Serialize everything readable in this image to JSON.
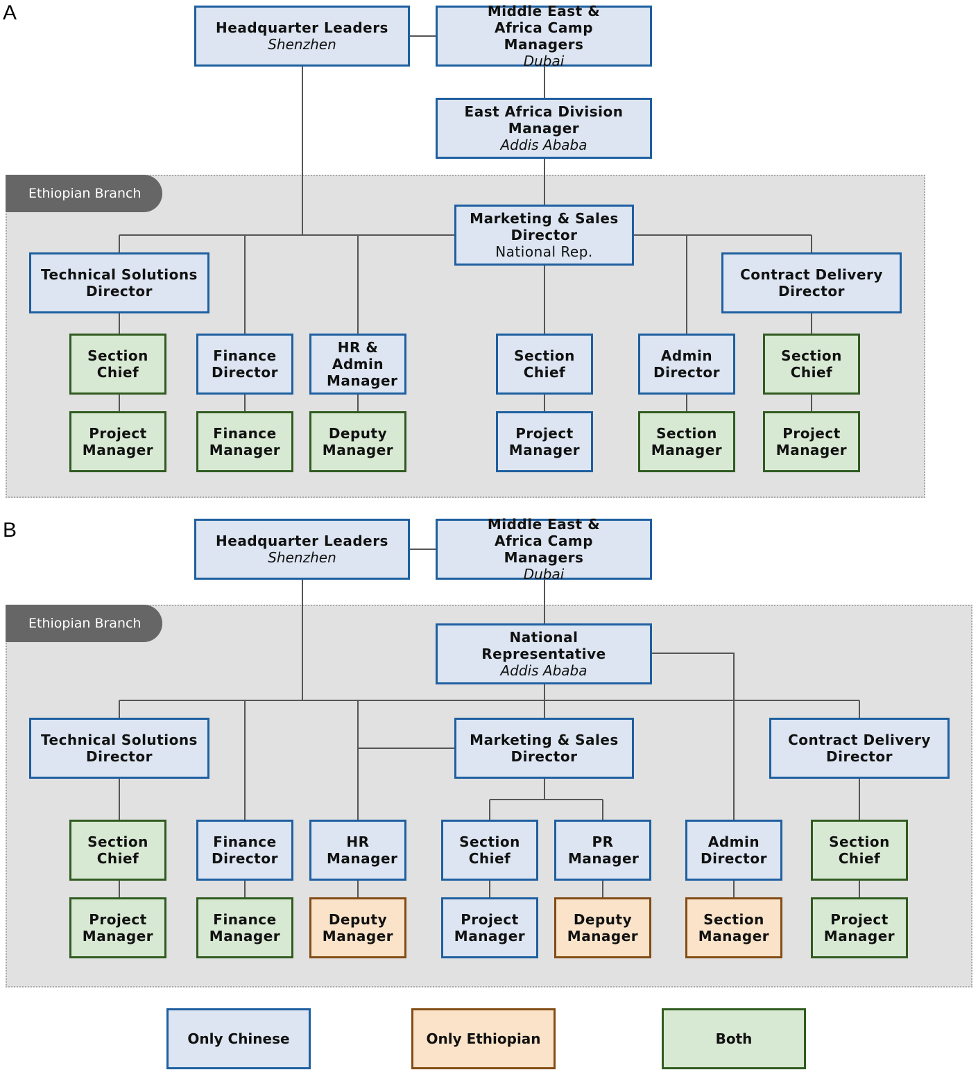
{
  "colors": {
    "only_chinese_fill": "#dce5f1",
    "only_chinese_border": "#1e5fa0",
    "only_ethiopian_fill": "#fbe3c9",
    "only_ethiopian_border": "#834c14",
    "both_fill": "#d8e9d3",
    "both_border": "#305b20",
    "branch_background": "#e1e1e1",
    "branch_tab": "#666666",
    "connector": "#555555"
  },
  "panel_a": {
    "label": "A",
    "branch_label": "Ethiopian Branch",
    "nodes": {
      "hq": {
        "title": "Headquarter Leaders",
        "subtitle": "Shenzhen",
        "category": "only_chinese"
      },
      "mea": {
        "title": "Middle East & Africa Camp Managers",
        "subtitle": "Dubai",
        "category": "only_chinese"
      },
      "eadm": {
        "title": "East Africa Division Manager",
        "subtitle": "Addis Ababa",
        "category": "only_chinese"
      },
      "msd": {
        "title": "Marketing & Sales Director",
        "subtitle": "National Rep.",
        "category": "only_chinese"
      },
      "tsd": {
        "title": "Technical Solutions Director",
        "category": "only_chinese"
      },
      "cdd": {
        "title": "Contract Delivery Director",
        "category": "only_chinese"
      },
      "sc1": {
        "title": "Section Chief",
        "category": "both"
      },
      "pm1": {
        "title": "Project Manager",
        "category": "both"
      },
      "fd": {
        "title": "Finance Director",
        "category": "only_chinese"
      },
      "fm": {
        "title": "Finance Manager",
        "category": "both"
      },
      "hram": {
        "title": "HR & Admin Manager",
        "category": "only_chinese"
      },
      "dm": {
        "title": "Deputy Manager",
        "category": "both"
      },
      "sc2": {
        "title": "Section Chief",
        "category": "only_chinese"
      },
      "pm2": {
        "title": "Project Manager",
        "category": "only_chinese"
      },
      "ad": {
        "title": "Admin Director",
        "category": "only_chinese"
      },
      "sm": {
        "title": "Section Manager",
        "category": "both"
      },
      "sc3": {
        "title": "Section Chief",
        "category": "both"
      },
      "pm3": {
        "title": "Project Manager",
        "category": "both"
      }
    }
  },
  "panel_b": {
    "label": "B",
    "branch_label": "Ethiopian Branch",
    "nodes": {
      "hq": {
        "title": "Headquarter Leaders",
        "subtitle": "Shenzhen",
        "category": "only_chinese"
      },
      "mea": {
        "title": "Middle East & Africa Camp Managers",
        "subtitle": "Dubai",
        "category": "only_chinese"
      },
      "nr": {
        "title": "National Representative",
        "subtitle": "Addis Ababa",
        "category": "only_chinese"
      },
      "tsd": {
        "title": "Technical Solutions Director",
        "category": "only_chinese"
      },
      "msd": {
        "title": "Marketing & Sales Director",
        "category": "only_chinese"
      },
      "cdd": {
        "title": "Contract Delivery Director",
        "category": "only_chinese"
      },
      "sc1": {
        "title": "Section Chief",
        "category": "both"
      },
      "pm1": {
        "title": "Project Manager",
        "category": "both"
      },
      "fd": {
        "title": "Finance Director",
        "category": "only_chinese"
      },
      "fm": {
        "title": "Finance Manager",
        "category": "both"
      },
      "hr": {
        "title": "HR Manager",
        "category": "only_chinese"
      },
      "dm1": {
        "title": "Deputy Manager",
        "category": "only_ethiopian"
      },
      "sc2": {
        "title": "Section Chief",
        "category": "only_chinese"
      },
      "pm2": {
        "title": "Project Manager",
        "category": "only_chinese"
      },
      "pr": {
        "title": "PR Manager",
        "category": "only_chinese"
      },
      "dm2": {
        "title": "Deputy Manager",
        "category": "only_ethiopian"
      },
      "ad": {
        "title": "Admin Director",
        "category": "only_chinese"
      },
      "sm": {
        "title": "Section Manager",
        "category": "only_ethiopian"
      },
      "sc3": {
        "title": "Section Chief",
        "category": "both"
      },
      "pm3": {
        "title": "Project Manager",
        "category": "both"
      }
    }
  },
  "legend": {
    "only_chinese": "Only Chinese",
    "only_ethiopian": "Only Ethiopian",
    "both": "Both"
  }
}
